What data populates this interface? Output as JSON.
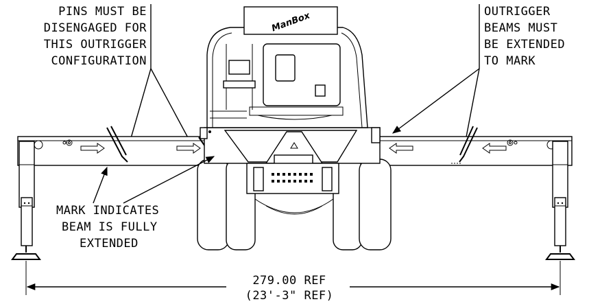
{
  "callouts": {
    "pins": [
      "PINS MUST BE",
      "DISENGAGED FOR",
      "THIS OUTRIGGER",
      "CONFIGURATION"
    ],
    "beams": [
      "OUTRIGGER",
      "BEAMS MUST",
      "BE EXTENDED",
      "TO MARK"
    ],
    "mark": [
      "MARK INDICATES",
      "BEAM IS FULLY",
      "EXTENDED"
    ]
  },
  "dimension": {
    "primary": "279.00 REF",
    "secondary": "(23'-3\" REF)"
  },
  "logo_text": "ManBox"
}
